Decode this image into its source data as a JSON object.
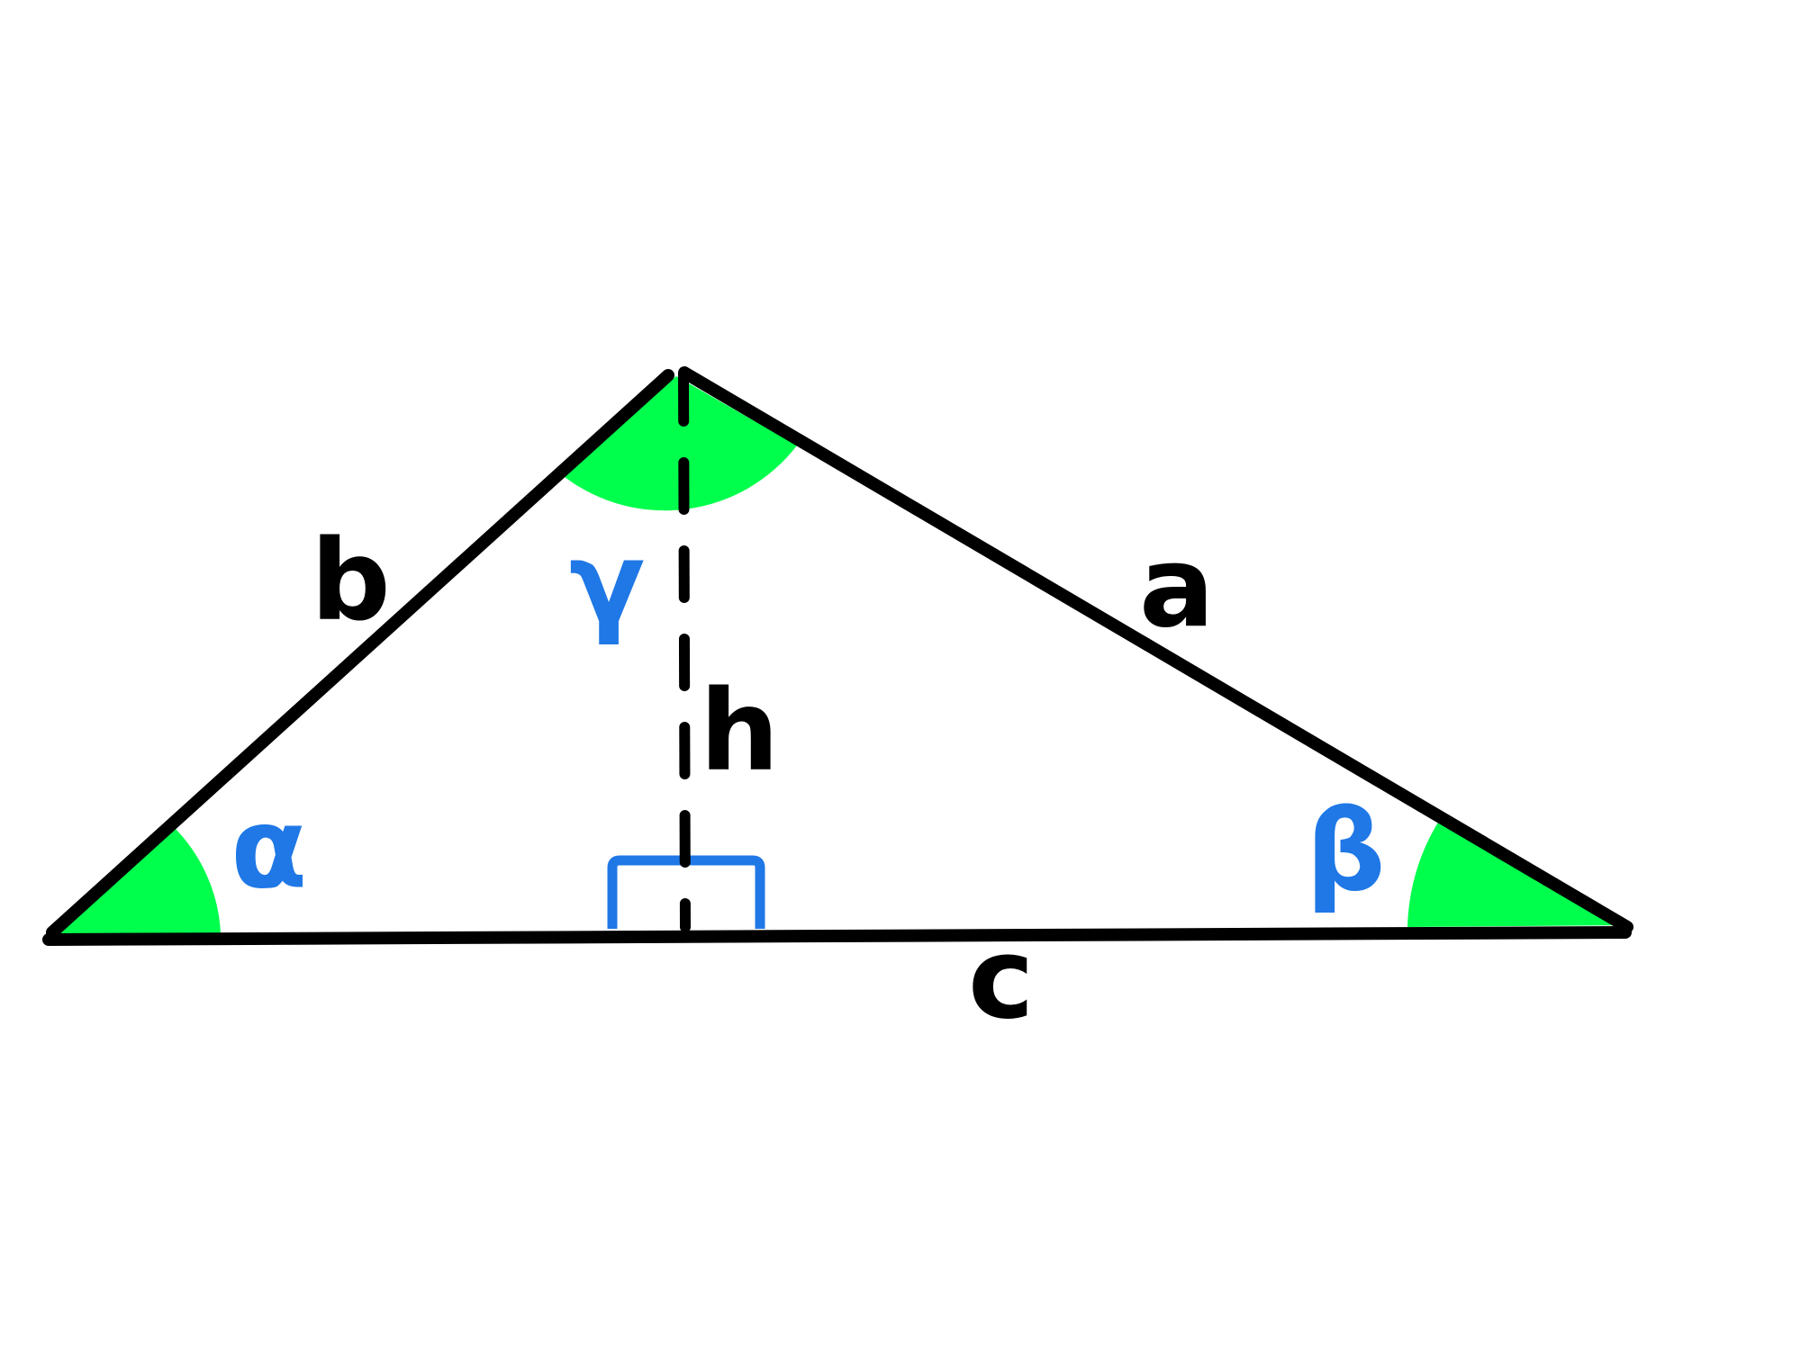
{
  "colors": {
    "background": "#ffffff",
    "edge": "#000000",
    "angle_fill": "#00ff4c",
    "greek_label": "#1f78e6",
    "right_angle_marker": "#1f78e6"
  },
  "labels": {
    "side_a": "a",
    "side_b": "b",
    "side_c": "c",
    "height": "h",
    "angle_alpha": "α",
    "angle_beta": "β",
    "angle_gamma": "γ"
  }
}
